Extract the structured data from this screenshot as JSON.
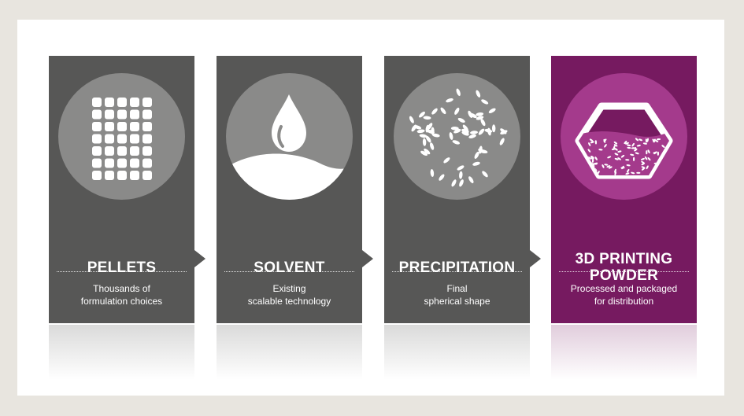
{
  "steps": [
    {
      "title": "PELLETS",
      "desc_line1": "Thousands of",
      "desc_line2": "formulation choices",
      "icon": "pellets-icon"
    },
    {
      "title": "SOLVENT",
      "desc_line1": "Existing",
      "desc_line2": "scalable technology",
      "icon": "droplet-icon"
    },
    {
      "title": "PRECIPITATION",
      "desc_line1": "Final",
      "desc_line2": "spherical shape",
      "icon": "particles-icon"
    },
    {
      "title_line1": "3D PRINTING",
      "title_line2": "POWDER",
      "desc_line1": "Processed and packaged",
      "desc_line2": "for distribution",
      "icon": "powder-container-icon"
    }
  ],
  "colors": {
    "card": "#575756",
    "accent": "#761a60",
    "circle": "#8a8a89",
    "background": "#e8e5df"
  }
}
